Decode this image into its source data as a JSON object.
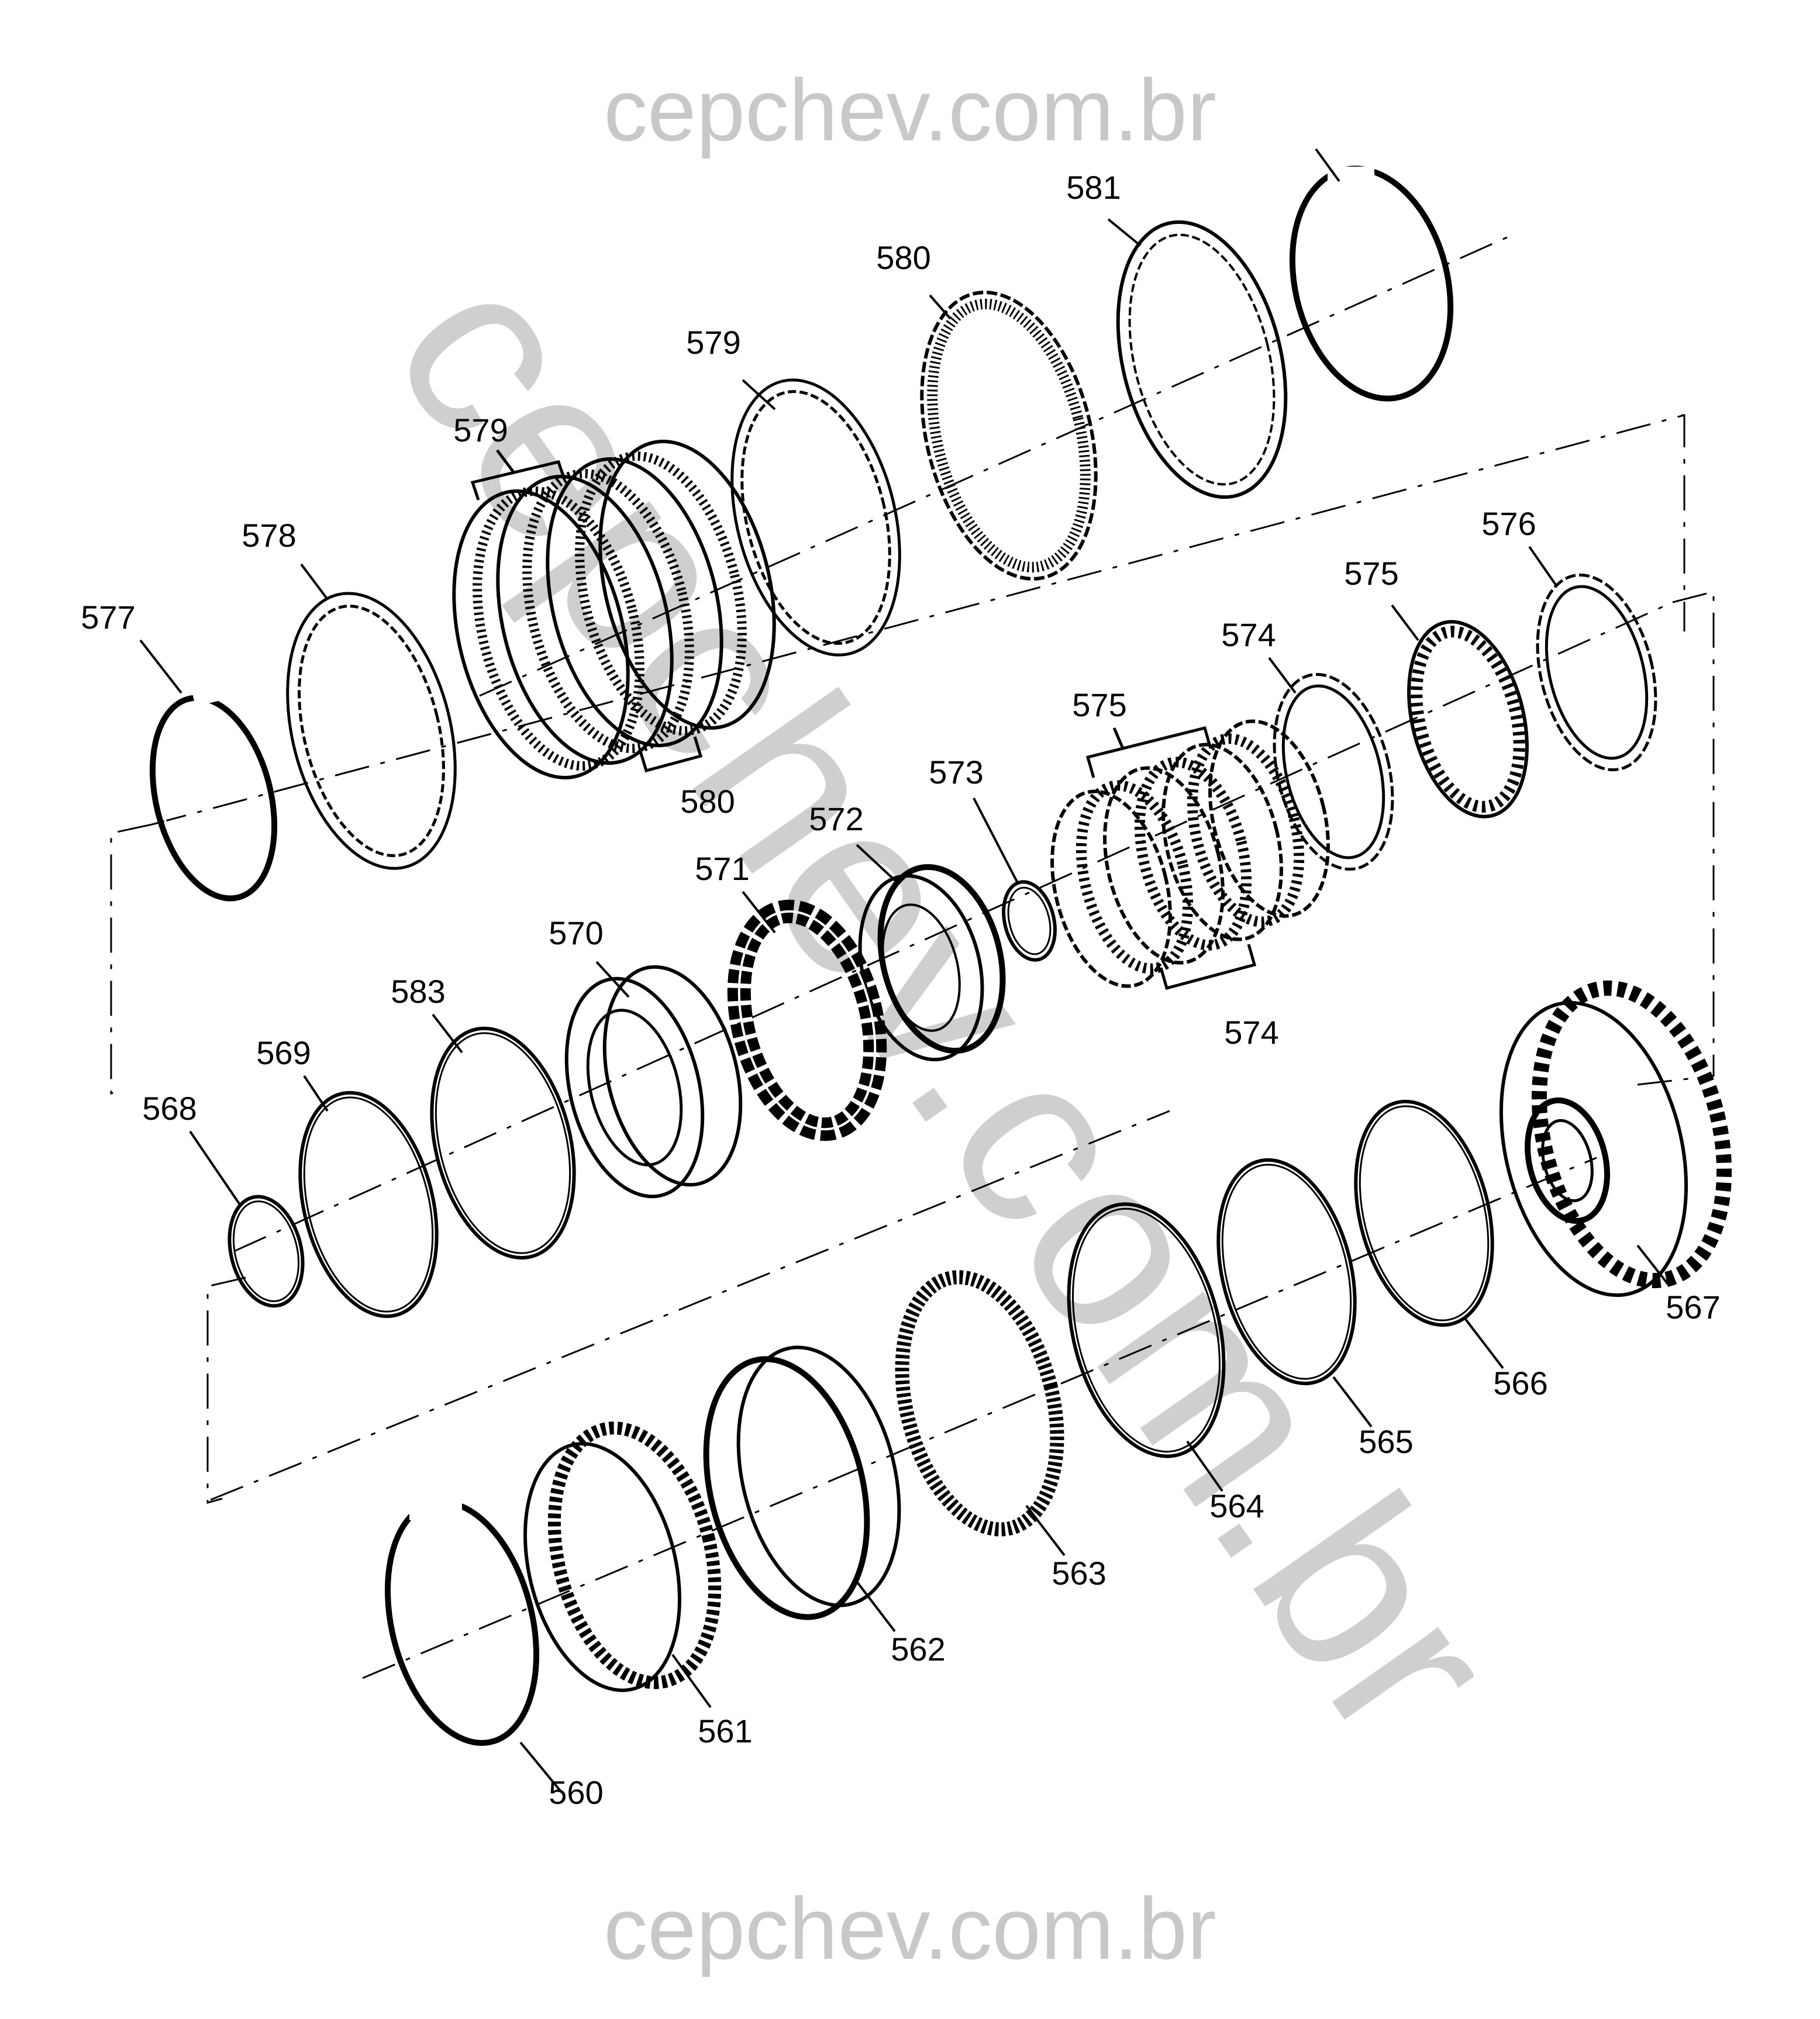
{
  "watermark": {
    "top": "cepchev.com.br",
    "bottom": "cepchev.com.br",
    "diagonal": "cepchev.com.br",
    "color": "#c8c8c8"
  },
  "line_color": "#000000",
  "labels": {
    "l560": "560",
    "l561": "561",
    "l562": "562",
    "l563": "563",
    "l564": "564",
    "l565": "565",
    "l566": "566",
    "l567": "567",
    "l568": "568",
    "l569": "569",
    "l570": "570",
    "l571": "571",
    "l572": "572",
    "l573": "573",
    "l574a": "574",
    "l574b": "574",
    "l575a": "575",
    "l575b": "575",
    "l576": "576",
    "l577": "577",
    "l578": "578",
    "l579a": "579",
    "l579b": "579",
    "l580a": "580",
    "l580b": "580",
    "l581": "581",
    "l583": "583"
  }
}
